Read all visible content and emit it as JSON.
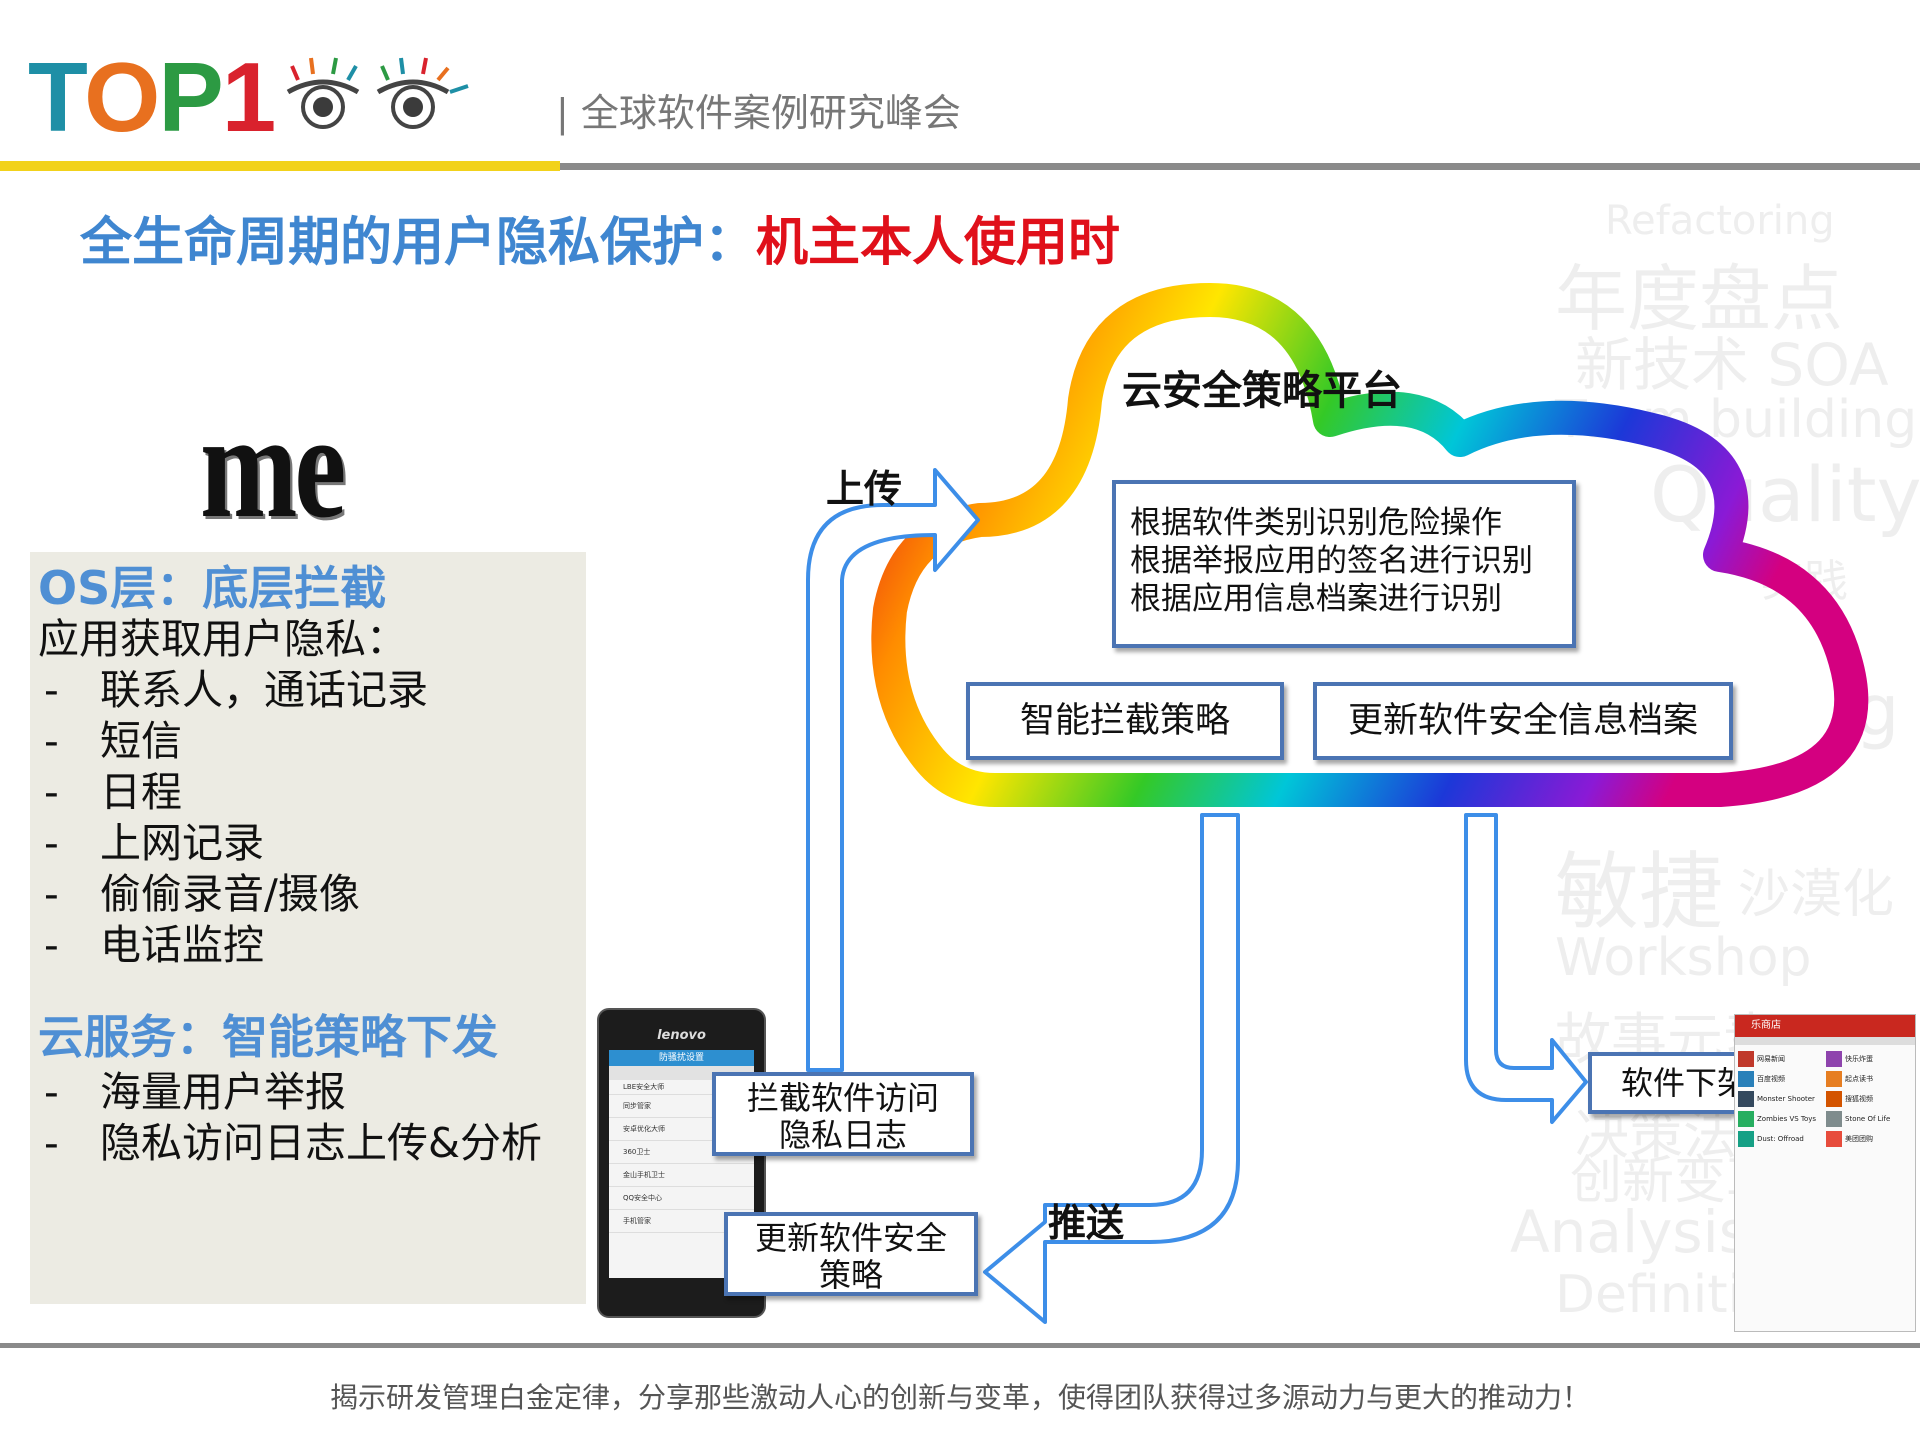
{
  "header": {
    "logo_text": "TOP1",
    "subtitle": "| 全球软件案例研究峰会"
  },
  "slide": {
    "title_main": "全生命周期的用户隐私保护：",
    "title_emphasis": "机主本人使用时"
  },
  "me_label": "me",
  "left_panel": {
    "section1_heading": "OS层：底层拦截",
    "section1_intro": "应用获取用户隐私：",
    "section1_items": [
      "联系人，通话记录",
      "短信",
      "日程",
      "上网记录",
      "偷偷录音/摄像",
      "电话监控"
    ],
    "section2_heading": "云服务：智能策略下发",
    "section2_items": [
      "海量用户举报",
      "隐私访问日志上传&分析"
    ],
    "bullet": "-"
  },
  "cloud": {
    "title": "云安全策略平台",
    "rules": [
      "根据软件类别识别危险操作",
      "根据举报应用的签名进行识别",
      "根据应用信息档案进行识别"
    ],
    "strategy_box": "智能拦截策略",
    "archive_box": "更新软件安全信息档案"
  },
  "flow": {
    "upload_label": "上传",
    "push_label": "推送",
    "log_box": [
      "拦截软件访问",
      "隐私日志"
    ],
    "update_box": [
      "更新软件安全",
      "策略"
    ],
    "takedown_box": "软件下架"
  },
  "phone": {
    "brand": "lenovo",
    "app_title": "防骚扰设置",
    "apps": [
      "LBE安全大师",
      "同步管家",
      "安卓优化大师",
      "360卫士",
      "金山手机卫士",
      "QQ安全中心",
      "手机管家"
    ]
  },
  "store": {
    "title": "乐商店",
    "apps": [
      "网易新闻",
      "快乐炸蛋",
      "百度视频",
      "起点读书",
      "Monster Shooter",
      "搜狐视频",
      "Zombies VS Toys",
      "Stone Of Life",
      "Dust: Offroad",
      "美团团购"
    ]
  },
  "watermark": [
    "Refactoring",
    "年度盘点",
    "新技术 SOA",
    "Team building",
    "Quality",
    "实践",
    "g",
    "敏捷",
    "沙漠化",
    "Workshop",
    "故事元素",
    "决策法",
    "创新变革",
    "Analysis",
    "Definition"
  ],
  "footer": "揭示研发管理白金定律，分享那些激动人心的创新与变革，使得团队获得过多源动力与更大的推动力！",
  "colors": {
    "accent_blue": "#3f86d0",
    "accent_red": "#e0101a",
    "box_border": "#4b74b3",
    "arrow_blue": "#3d8ee8",
    "yellow_bar": "#f2d21b"
  }
}
